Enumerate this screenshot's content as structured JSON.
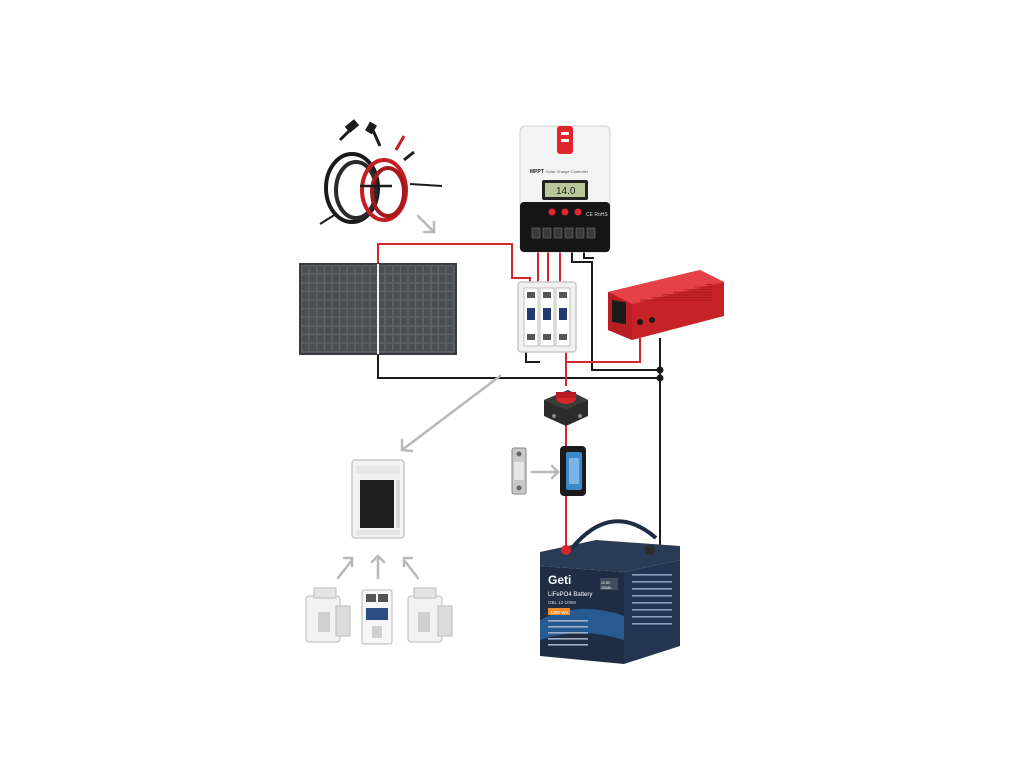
{
  "colors": {
    "positive_wire": "#d7262b",
    "negative_wire": "#1b1b1b",
    "pointer_arrow": "#b9b9b9",
    "inverter_red": "#d92b2b",
    "battery_body": "#1e2d44",
    "battery_accent": "#2f7fd1",
    "panel_cell": "#4a4d52",
    "controller_white": "#f2f2f2",
    "controller_black": "#151515"
  },
  "components": {
    "cables": {
      "icon": "cable-bundle-icon"
    },
    "solar_panel": {
      "icon": "solar-panel-icon"
    },
    "charge_controller": {
      "icon": "mppt-controller-icon",
      "brand_text": "MPPT",
      "subtitle_text": "Solar Charge Controller",
      "display_text": "14.0",
      "cert_text": "CE RoHS"
    },
    "breaker_box": {
      "icon": "dc-breaker-icon"
    },
    "inverter": {
      "icon": "inverter-icon"
    },
    "battery_switch": {
      "icon": "battery-switch-icon"
    },
    "fuse": {
      "icon": "fuse-holder-icon"
    },
    "fuse_link": {
      "icon": "fuse-link-icon"
    },
    "enclosure": {
      "icon": "distribution-box-icon"
    },
    "din_devices": [
      {
        "icon": "fuse-base-icon"
      },
      {
        "icon": "circuit-breaker-icon"
      },
      {
        "icon": "fuse-base-icon"
      }
    ],
    "battery": {
      "icon": "lifepo4-battery-icon",
      "brand": "Geti",
      "title": "LiFePO4 Battery",
      "model": "GBL 12-100M",
      "capacity_tag": "1280 Wh",
      "voltage_tag": "12.8V",
      "amp_tag": "100Ah"
    }
  }
}
